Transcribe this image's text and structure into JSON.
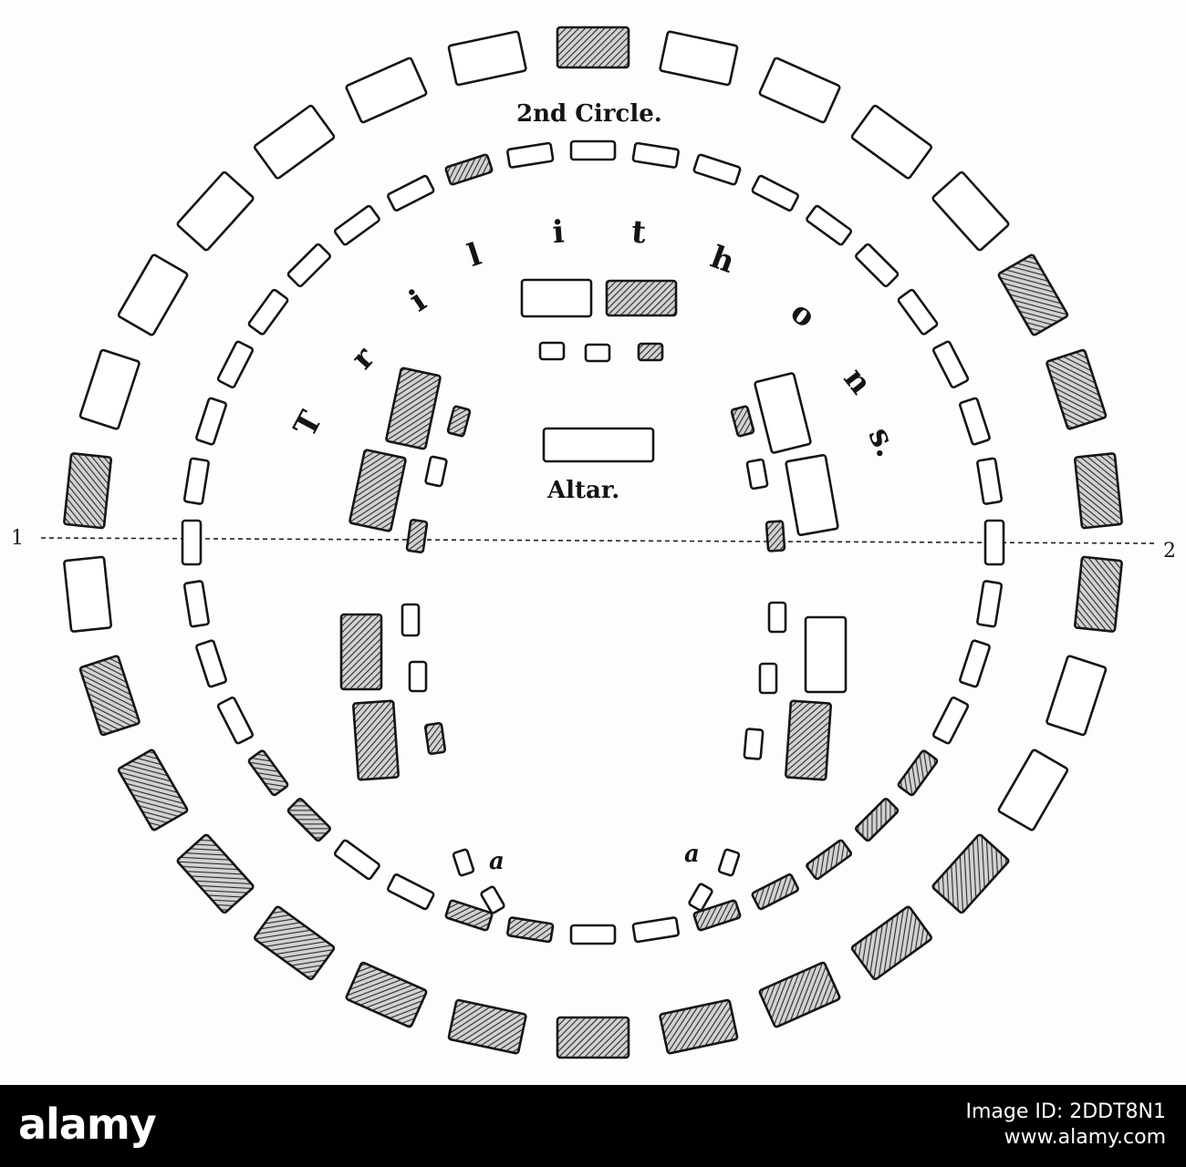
{
  "diagram": {
    "labels": {
      "second_circle": "2nd Circle.",
      "trilithons": [
        "T",
        "r",
        "i",
        "l",
        "i",
        "t",
        "h",
        "o",
        "n",
        "s."
      ],
      "altar": "Altar.",
      "stone_a_left": "a",
      "stone_a_right": "a",
      "line_end_1": "1",
      "line_end_2": "2"
    },
    "colors": {
      "ink": "#151515",
      "paper": "#fdfdfc",
      "hatched_fill": "#7a7a7a"
    },
    "stone_rings": {
      "outer_circle_stones": 30,
      "second_circle_stones": 40,
      "trilithon_stones": 10,
      "altar_stones": 1
    }
  },
  "watermark": {
    "logo": "alamy",
    "image_id": "Image ID: 2DDT8N1",
    "url": "www.alamy.com"
  }
}
